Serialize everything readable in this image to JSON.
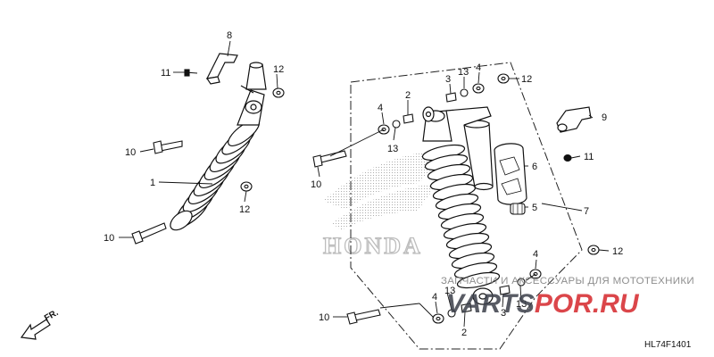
{
  "diagram": {
    "code": "HL74F1401",
    "front_label": "FR.",
    "callouts": {
      "c1": "1",
      "c2a": "2",
      "c2b": "2",
      "c3a": "3",
      "c3b": "3",
      "c4a": "4",
      "c4b": "4",
      "c4c": "4",
      "c5": "5",
      "c6": "6",
      "c7": "7",
      "c8": "8",
      "c9": "9",
      "c10a": "10",
      "c10b": "10",
      "c10c": "10",
      "c10d": "10",
      "c11a": "11",
      "c11b": "11",
      "c12a": "12",
      "c12b": "12",
      "c12c": "12",
      "c12d": "12",
      "c13a": "13",
      "c13b": "13",
      "c13c": "13",
      "c13d": "13"
    }
  },
  "watermark": {
    "tagline": "ЗАПЧАСТИ И АКСЕССУАРЫ ДЛЯ МОТОТЕХНИКИ",
    "brand_dark": "VARTS",
    "brand_red": "POR.RU",
    "logo_text": "HONDA"
  },
  "colors": {
    "line": "#111111",
    "brand_red": "#d5262b",
    "brand_dark": "#3b3f4a",
    "watermark_gray": "#bdbdbd"
  }
}
